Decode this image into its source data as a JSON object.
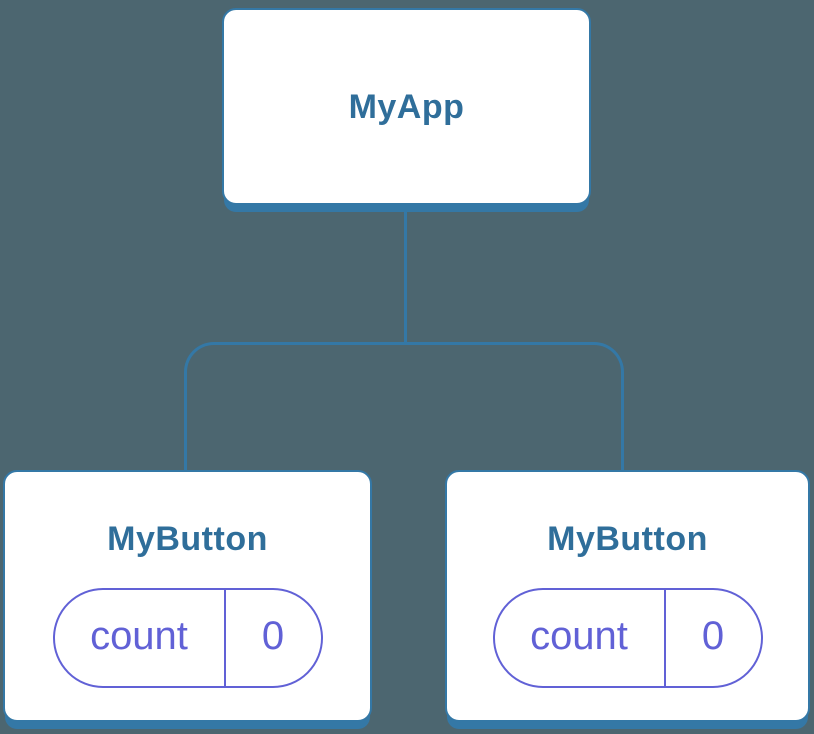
{
  "colors": {
    "background": "#4C6670",
    "line": "#3478A6",
    "card_bg": "#FFFFFF",
    "heading": "#2F6E9A",
    "state": "#6161D6"
  },
  "tree": {
    "root": {
      "label": "MyApp"
    },
    "children": [
      {
        "label": "MyButton",
        "state": {
          "name": "count",
          "value": "0"
        }
      },
      {
        "label": "MyButton",
        "state": {
          "name": "count",
          "value": "0"
        }
      }
    ]
  }
}
